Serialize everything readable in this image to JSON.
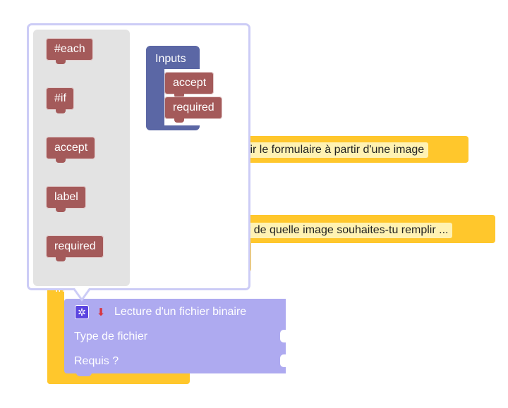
{
  "workspace": {
    "field_1": "plir le formulaire à partir d'une image",
    "field_2": "tir de quelle image souhaites-tu remplir ...",
    "partial_label": "Inpu"
  },
  "main_block": {
    "title": "Lecture d'un fichier binaire",
    "row_1_label": "Type de fichier",
    "row_2_label": "Requis ?",
    "icons": [
      "gear-icon",
      "download-icon"
    ],
    "color": "#aeaaf0"
  },
  "flyout": {
    "palette_items": [
      "#each",
      "#if",
      "accept",
      "label",
      "required"
    ],
    "inputs_block": {
      "label": "Inputs",
      "children": [
        "accept",
        "required"
      ]
    },
    "colors": {
      "chip": "#a45a5a",
      "inputs": "#5b67a5",
      "border": "#ccccf6",
      "palette_bg": "#e3e3e3"
    }
  }
}
